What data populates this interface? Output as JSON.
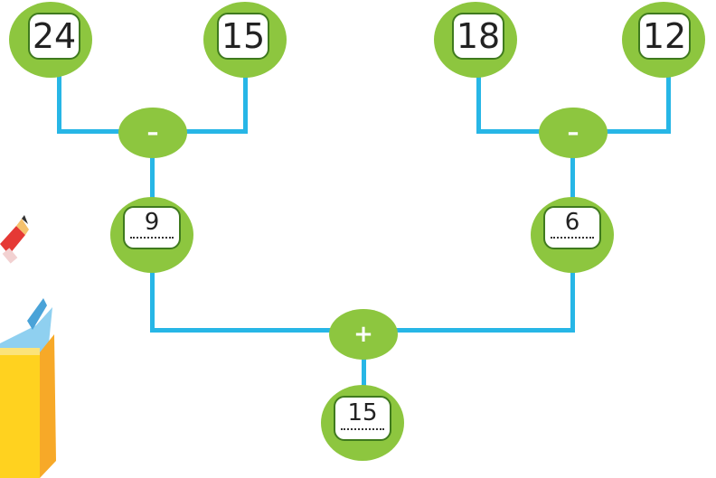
{
  "top_numbers": [
    "24",
    "15",
    "18",
    "12"
  ],
  "left_op": "–",
  "right_op": "–",
  "bottom_op": "+",
  "answers": {
    "left": "9",
    "right": "6",
    "final": "15"
  },
  "colors": {
    "leaf": "#8dc63f",
    "line": "#27b6e6",
    "box_border": "#3f7a1e"
  }
}
